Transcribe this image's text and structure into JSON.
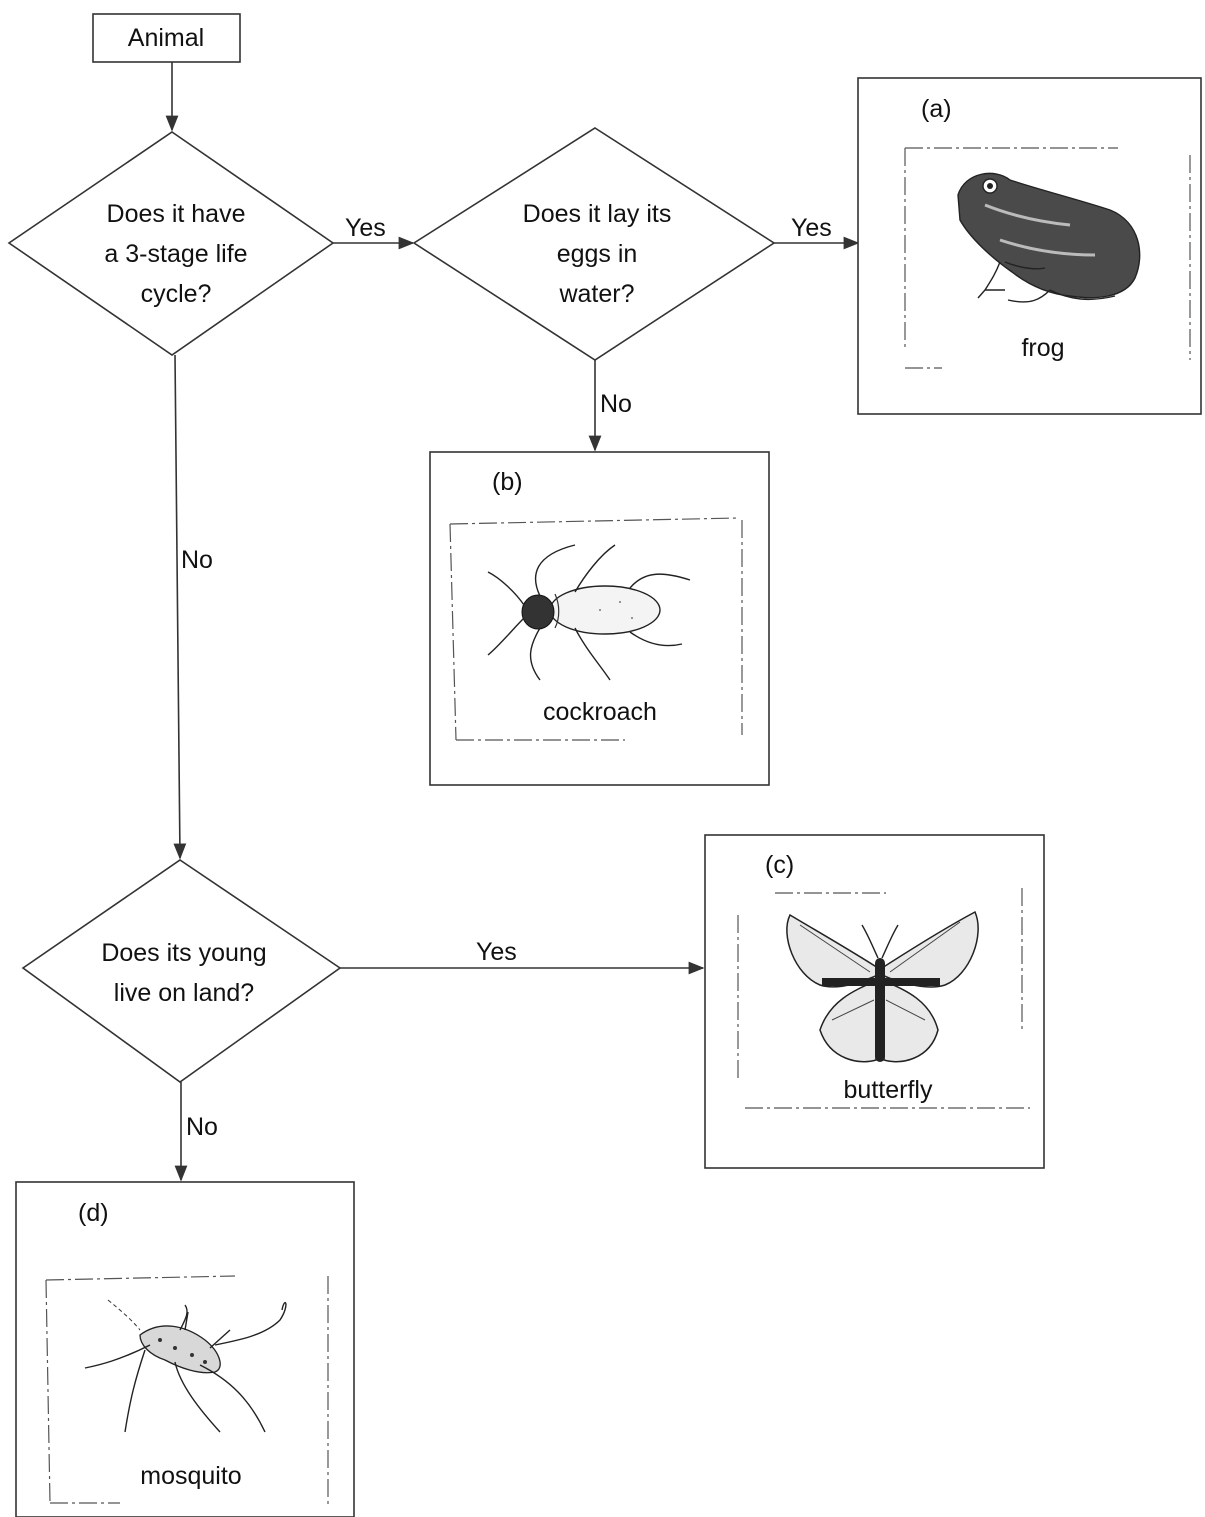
{
  "start": {
    "label": "Animal"
  },
  "questions": {
    "q1": [
      "Does it have",
      "a 3-stage life",
      "cycle?"
    ],
    "q2": [
      "Does it lay its",
      "eggs in",
      "water?"
    ],
    "q3": [
      "Does its young",
      "live on land?"
    ]
  },
  "edges": {
    "q1_yes": "Yes",
    "q2_yes": "Yes",
    "q2_no": "No",
    "q1_no": "No",
    "q3_yes": "Yes",
    "q3_no": "No"
  },
  "outcomes": {
    "a": {
      "letter": "(a)",
      "name": "frog",
      "icon": "frog-icon"
    },
    "b": {
      "letter": "(b)",
      "name": "cockroach",
      "icon": "cockroach-icon"
    },
    "c": {
      "letter": "(c)",
      "name": "butterfly",
      "icon": "butterfly-icon"
    },
    "d": {
      "letter": "(d)",
      "name": "mosquito",
      "icon": "mosquito-icon"
    }
  },
  "colors": {
    "line": "#333333",
    "text": "#111111",
    "background": "#ffffff"
  }
}
